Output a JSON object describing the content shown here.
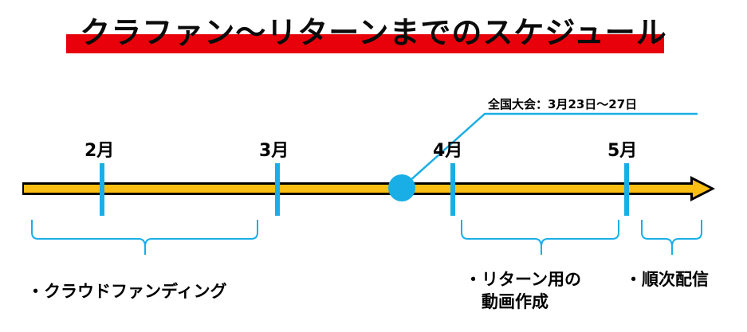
{
  "title": "クラファン〜リターンまでのスケジュール",
  "months": [
    {
      "label": "2月"
    },
    {
      "label": "3月"
    },
    {
      "label": "4月"
    },
    {
      "label": "5月"
    }
  ],
  "event": {
    "label": "全国大会：3月23日〜27日"
  },
  "phases": [
    {
      "label": "・クラウドファンディング"
    },
    {
      "label_line1": "・リターン用の",
      "label_line2": "動画作成"
    },
    {
      "label": "・順次配信"
    }
  ],
  "colors": {
    "title_underline": "#e8000b",
    "timeline": "#fbbf14",
    "accent": "#1aaee6"
  }
}
